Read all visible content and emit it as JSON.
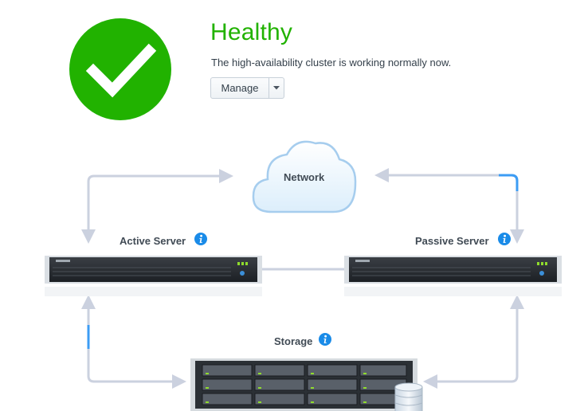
{
  "status": {
    "title": "Healthy",
    "description": "The high-availability cluster is working normally now.",
    "icon": "checkmark-icon",
    "color": "#21b200"
  },
  "manage_button": {
    "label": "Manage",
    "caret_icon": "caret-down-icon"
  },
  "diagram": {
    "network_label": "Network",
    "active_server_label": "Active Server",
    "passive_server_label": "Passive Server",
    "storage_label": "Storage",
    "info_icon": "info-icon",
    "accent_color": "#3c9cf4",
    "connector_color": "#cbd1df"
  }
}
